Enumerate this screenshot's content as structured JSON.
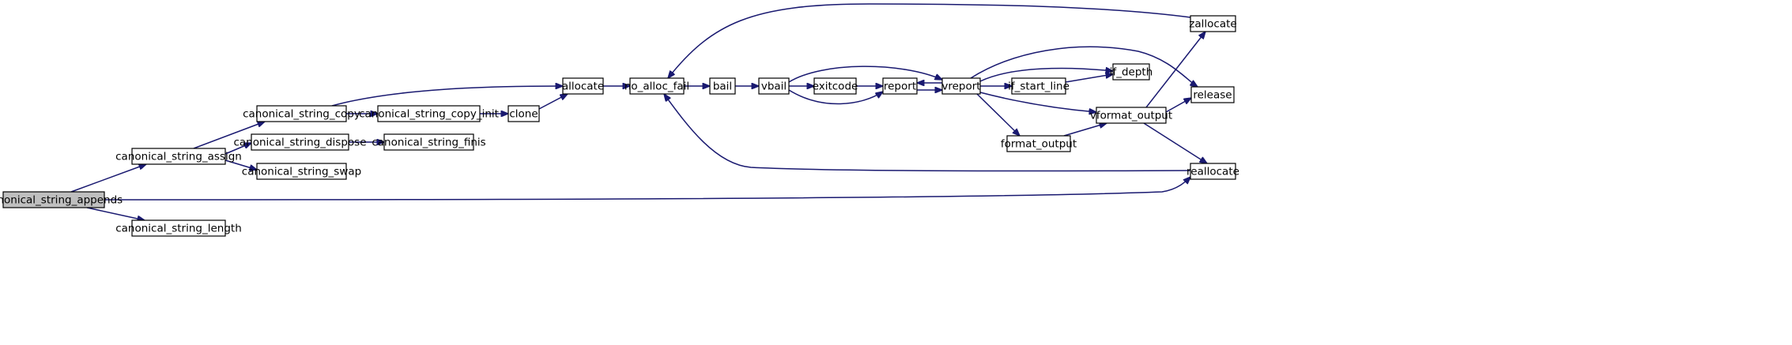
{
  "graph": {
    "nodes": [
      {
        "id": "canonical_string_appends",
        "label": "canonical_string_appends",
        "root": true
      },
      {
        "id": "canonical_string_length",
        "label": "canonical_string_length"
      },
      {
        "id": "canonical_string_assign",
        "label": "canonical_string_assign"
      },
      {
        "id": "canonical_string_copy",
        "label": "canonical_string_copy"
      },
      {
        "id": "canonical_string_dispose",
        "label": "canonical_string_dispose"
      },
      {
        "id": "canonical_string_swap",
        "label": "canonical_string_swap"
      },
      {
        "id": "canonical_string_copy_init",
        "label": "canonical_string_copy_init"
      },
      {
        "id": "canonical_string_finis",
        "label": "canonical_string_finis"
      },
      {
        "id": "clone",
        "label": "clone"
      },
      {
        "id": "allocate",
        "label": "allocate"
      },
      {
        "id": "no_alloc_fail",
        "label": "no_alloc_fail"
      },
      {
        "id": "bail",
        "label": "bail"
      },
      {
        "id": "vbail",
        "label": "vbail"
      },
      {
        "id": "exitcode",
        "label": "exitcode"
      },
      {
        "id": "report",
        "label": "report"
      },
      {
        "id": "vreport",
        "label": "vreport"
      },
      {
        "id": "if_start_line",
        "label": "if_start_line"
      },
      {
        "id": "if_depth",
        "label": "if_depth"
      },
      {
        "id": "format_output",
        "label": "format_output"
      },
      {
        "id": "vformat_output",
        "label": "vformat_output"
      },
      {
        "id": "zallocate",
        "label": "zallocate"
      },
      {
        "id": "release",
        "label": "release"
      },
      {
        "id": "reallocate",
        "label": "reallocate"
      }
    ],
    "edges": [
      [
        "canonical_string_appends",
        "canonical_string_assign"
      ],
      [
        "canonical_string_appends",
        "canonical_string_length"
      ],
      [
        "canonical_string_appends",
        "reallocate"
      ],
      [
        "canonical_string_assign",
        "canonical_string_copy"
      ],
      [
        "canonical_string_assign",
        "canonical_string_dispose"
      ],
      [
        "canonical_string_assign",
        "canonical_string_swap"
      ],
      [
        "canonical_string_copy",
        "allocate"
      ],
      [
        "canonical_string_copy",
        "canonical_string_copy_init"
      ],
      [
        "canonical_string_copy_init",
        "clone"
      ],
      [
        "canonical_string_dispose",
        "canonical_string_finis"
      ],
      [
        "clone",
        "allocate"
      ],
      [
        "allocate",
        "no_alloc_fail"
      ],
      [
        "no_alloc_fail",
        "bail"
      ],
      [
        "bail",
        "vbail"
      ],
      [
        "vbail",
        "exitcode"
      ],
      [
        "vbail",
        "vreport"
      ],
      [
        "vbail",
        "report"
      ],
      [
        "exitcode",
        "report"
      ],
      [
        "report",
        "vreport"
      ],
      [
        "vreport",
        "report"
      ],
      [
        "vreport",
        "if_start_line"
      ],
      [
        "vreport",
        "if_depth"
      ],
      [
        "vreport",
        "format_output"
      ],
      [
        "vreport",
        "vformat_output"
      ],
      [
        "vreport",
        "release"
      ],
      [
        "if_start_line",
        "if_depth"
      ],
      [
        "format_output",
        "vformat_output"
      ],
      [
        "vformat_output",
        "zallocate"
      ],
      [
        "vformat_output",
        "release"
      ],
      [
        "vformat_output",
        "reallocate"
      ],
      [
        "zallocate",
        "no_alloc_fail"
      ],
      [
        "reallocate",
        "no_alloc_fail"
      ]
    ]
  }
}
